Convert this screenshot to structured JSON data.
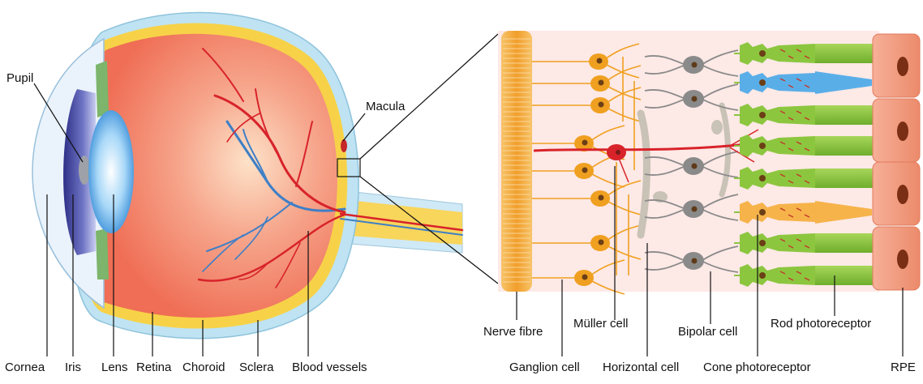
{
  "eye_labels": {
    "pupil": "Pupil",
    "macula": "Macula",
    "cornea": "Cornea",
    "iris": "Iris",
    "lens": "Lens",
    "retina": "Retina",
    "choroid": "Choroid",
    "sclera": "Sclera",
    "blood_vessels": "Blood vessels"
  },
  "retina_labels": {
    "nerve_fibre": "Nerve fibre",
    "ganglion_cell": "Ganglion cell",
    "muller_cell": "Müller cell",
    "horizontal_cell": "Horizontal cell",
    "bipolar_cell": "Bipolar cell",
    "cone_photoreceptor": "Cone photoreceptor",
    "rod_photoreceptor": "Rod photoreceptor",
    "rpe": "RPE"
  },
  "colors": {
    "eyeball": "#f07e62",
    "sclera": "#bfe3f2",
    "choroid": "#f7d248",
    "vessel_red": "#d8232a",
    "vessel_blue": "#3f7fc6",
    "retina_bg": "#fde9e6",
    "ganglion": "#f0a020",
    "bipolar": "#8a8a8a",
    "rod": "#8cc63f",
    "cone_blue": "#5aaee8",
    "cone_orange": "#f6b34a",
    "rpe": "#f29a7c"
  }
}
